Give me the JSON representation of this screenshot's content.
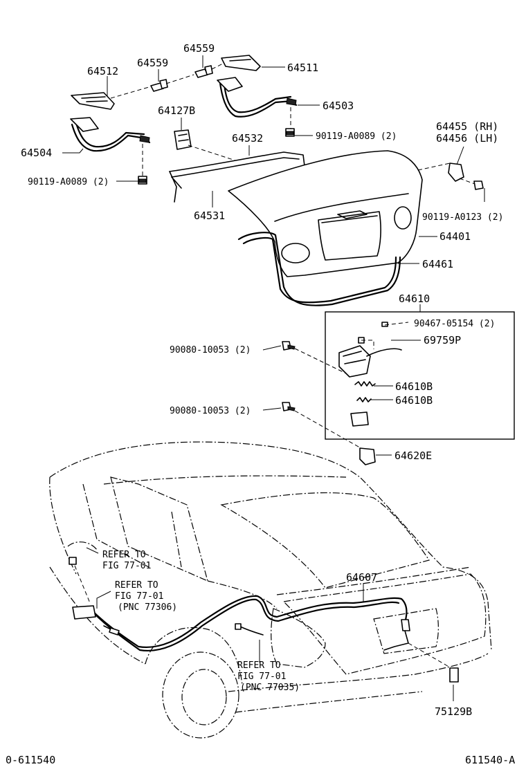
{
  "labels": {
    "p64559_top": "64559",
    "p64512": "64512",
    "p64559": "64559",
    "p64511": "64511",
    "p64503": "64503",
    "p64127B": "64127B",
    "p64532": "64532",
    "p90119_A0089_right": "90119-A0089 (2)",
    "p64504": "64504",
    "p90119_A0089_left": "90119-A0089 (2)",
    "p64455": "64455 (RH)",
    "p64456": "64456 (LH)",
    "p64531": "64531",
    "p90119_A0123": "90119-A0123 (2)",
    "p64401": "64401",
    "p64461": "64461",
    "p64610": "64610",
    "p90467": "90467-05154 (2)",
    "p69759P": "69759P",
    "p90080_a": "90080-10053 (2)",
    "p64610B_a": "64610B",
    "p64610B_b": "64610B",
    "p90080_b": "90080-10053 (2)",
    "p64620E": "64620E",
    "p64607": "64607",
    "p75129B": "75129B"
  },
  "refer_notes": {
    "ref1_line1": "REFER TO",
    "ref1_line2": "FIG 77-01",
    "ref2_line1": "REFER TO",
    "ref2_line2": "FIG 77-01",
    "ref2_line3": "(PNC 77306)",
    "ref3_line1": "REFER TO",
    "ref3_line2": "FIG 77-01",
    "ref3_line3": "(PNC 77035)"
  },
  "footer": {
    "left_code": "0-611540",
    "right_code": "611540-A"
  }
}
